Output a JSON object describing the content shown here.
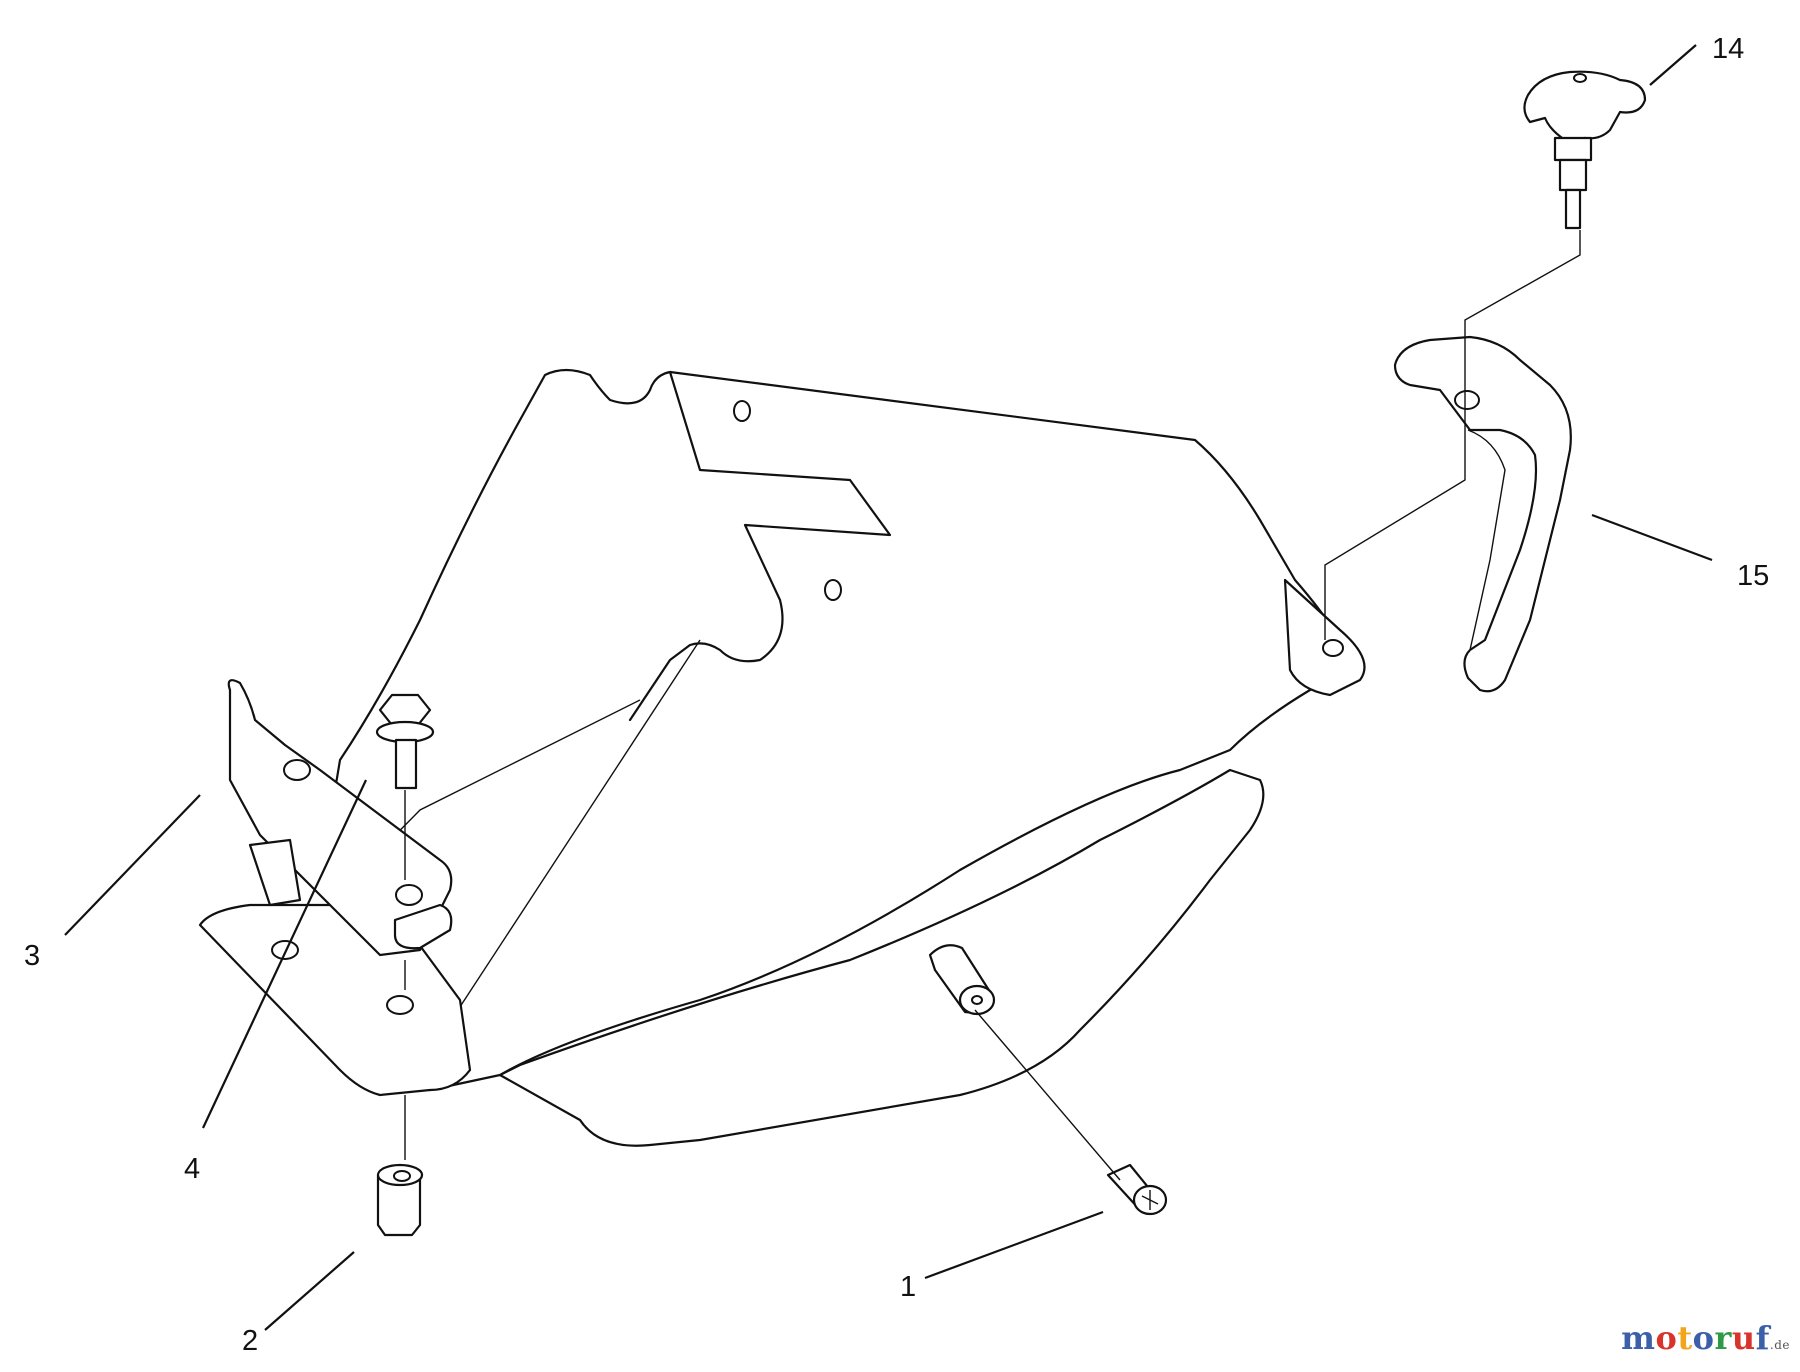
{
  "callouts": {
    "c1": "1",
    "c2": "2",
    "c3": "3",
    "c4": "4",
    "c14": "14",
    "c15": "15"
  },
  "watermark": {
    "letters": [
      "m",
      "o",
      "t",
      "o",
      "r",
      "u",
      "f"
    ],
    "letter_colors": [
      "#3b5fa8",
      "#d8342c",
      "#f1a51c",
      "#3b5fa8",
      "#2e9a45",
      "#d8342c",
      "#3b5fa8"
    ],
    "tld": ".de"
  }
}
